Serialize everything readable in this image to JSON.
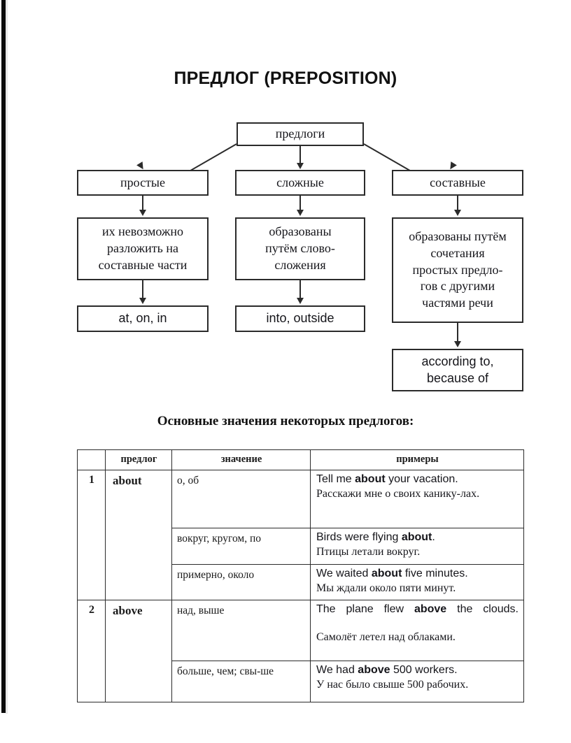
{
  "title": "ПРЕДЛОГ (PREPOSITION)",
  "flowchart": {
    "root": "предлоги",
    "branches": [
      {
        "type": "простые",
        "definition": [
          "их невозможно",
          "разложить на",
          "составные части"
        ],
        "examples": "at, on, in"
      },
      {
        "type": "сложные",
        "definition": [
          "образованы",
          "путём слово-",
          "сложения"
        ],
        "examples": "into, outside"
      },
      {
        "type": "составные",
        "definition": [
          "образованы путём",
          "сочетания",
          "простых предло-",
          "гов с другими",
          "частями речи"
        ],
        "examples_line1": "according to,",
        "examples_line2": "because of"
      }
    ]
  },
  "section_heading": "Основные значения некоторых предлогов:",
  "table": {
    "headers": {
      "num": "",
      "preposition": "предлог",
      "meaning": "значение",
      "examples": "примеры"
    },
    "rows": [
      {
        "num": "1",
        "preposition": "about",
        "meaning": "о, об",
        "example_en_pre": "Tell me ",
        "example_en_bold": "about",
        "example_en_post": " your vacation.",
        "example_ru": "Расскажи мне о своих канику-лах.",
        "justify": false
      },
      {
        "num": "",
        "preposition": "",
        "meaning": "вокруг, кругом, по",
        "example_en_pre": "Birds were flying ",
        "example_en_bold": "about",
        "example_en_post": ".",
        "example_ru": "Птицы летали вокруг.",
        "justify": false
      },
      {
        "num": "",
        "preposition": "",
        "meaning": "примерно, около",
        "example_en_pre": "We waited ",
        "example_en_bold": "about",
        "example_en_post": " five minutes.",
        "example_ru": "Мы ждали около пяти минут.",
        "justify": false
      },
      {
        "num": "2",
        "preposition": "above",
        "meaning": "над, выше",
        "example_en_pre": "The plane flew ",
        "example_en_bold": "above",
        "example_en_post": " the clouds.",
        "example_ru": "Самолёт летел над облаками.",
        "justify": true
      },
      {
        "num": "",
        "preposition": "",
        "meaning": "больше, чем; свы-ше",
        "example_en_pre": "We had ",
        "example_en_bold": "above",
        "example_en_post": " 500 workers.",
        "example_ru": "У нас было свыше 500 рабочих.",
        "justify": false
      }
    ]
  },
  "colors": {
    "ink": "#1a1a1a",
    "rule": "#2b2b2b",
    "background": "#ffffff"
  }
}
